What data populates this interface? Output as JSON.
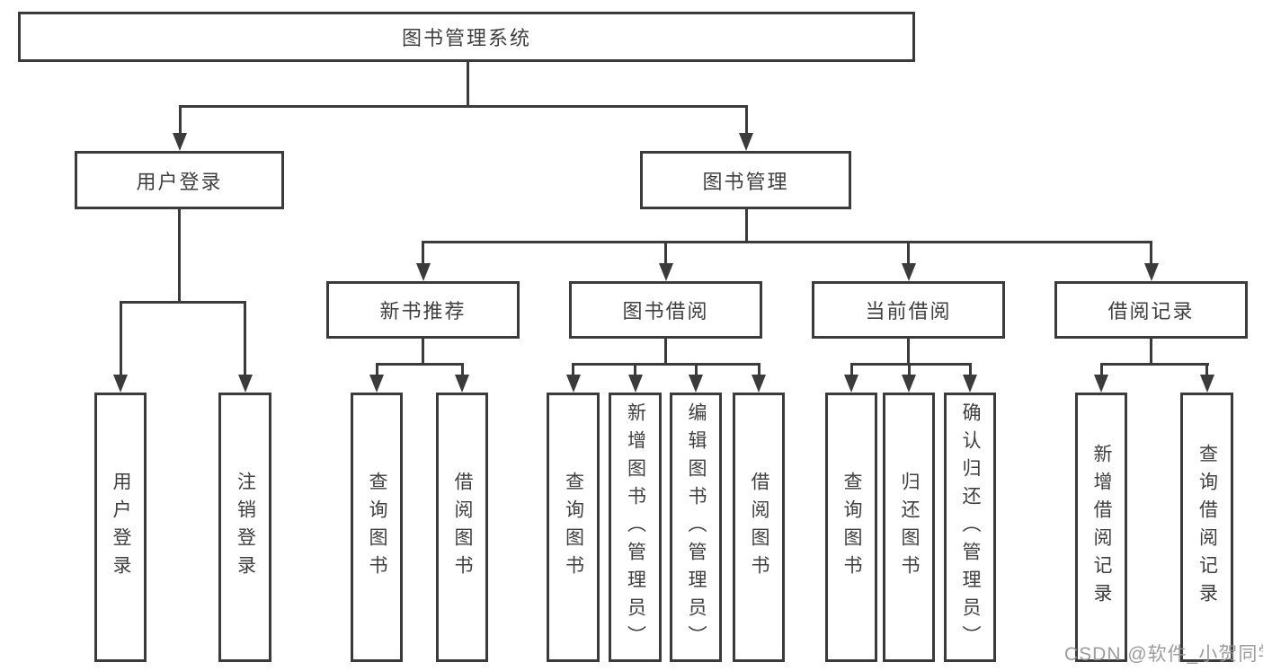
{
  "tree": {
    "root": "图书管理系统",
    "branches": [
      {
        "label": "用户登录",
        "children": [
          "用户登录",
          "注销登录"
        ]
      },
      {
        "label": "图书管理",
        "groups": [
          {
            "label": "新书推荐",
            "children": [
              "查询图书",
              "借阅图书"
            ]
          },
          {
            "label": "图书借阅",
            "children": [
              "查询图书",
              "新增图书（管理员）",
              "编辑图书（管理员）",
              "借阅图书"
            ]
          },
          {
            "label": "当前借阅",
            "children": [
              "查询图书",
              "归还图书",
              "确认归还（管理员）"
            ]
          },
          {
            "label": "借阅记录",
            "children": [
              "新增借阅记录",
              "查询借阅记录"
            ]
          }
        ]
      }
    ]
  },
  "watermark": "CSDN @软件_小贺同学",
  "colors": {
    "line": "#3b3b3b",
    "text": "#3f3f3f",
    "watermark": "#949494",
    "background": "#ffffff"
  }
}
